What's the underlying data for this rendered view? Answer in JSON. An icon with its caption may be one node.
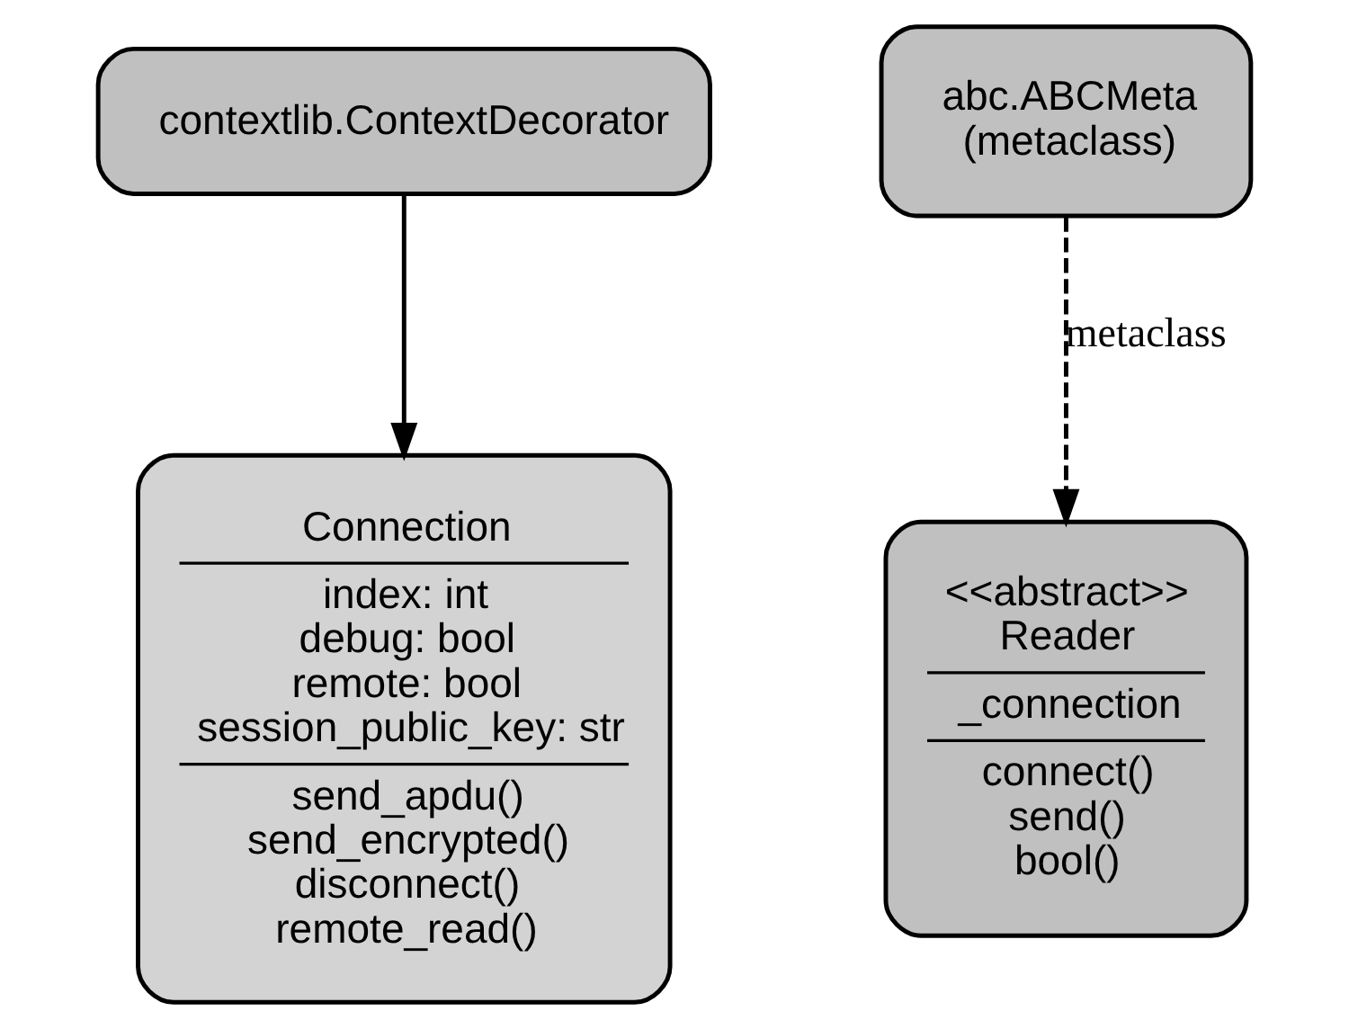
{
  "diagram": {
    "nodes": [
      {
        "text": [
          "contextlib.ContextDecorator"
        ]
      },
      {
        "text": [
          "Connection",
          "index: int",
          "debug: bool",
          "remote: bool",
          "session_public_key: str",
          "send_apdu()",
          "send_encrypted()",
          "disconnect()",
          "remote_read()"
        ]
      },
      {
        "text": [
          "abc.ABCMeta",
          "(metaclass)"
        ]
      },
      {
        "text": [
          "<<abstract>>",
          "Reader",
          "_connection",
          "connect()",
          "send()",
          "bool()"
        ]
      }
    ],
    "edges": [
      {
        "from": 0,
        "to": 1,
        "arrow": "to"
      },
      {
        "from": 2,
        "to": 3,
        "arrow": "to",
        "label": "metaclass",
        "style": "dashed"
      }
    ]
  }
}
